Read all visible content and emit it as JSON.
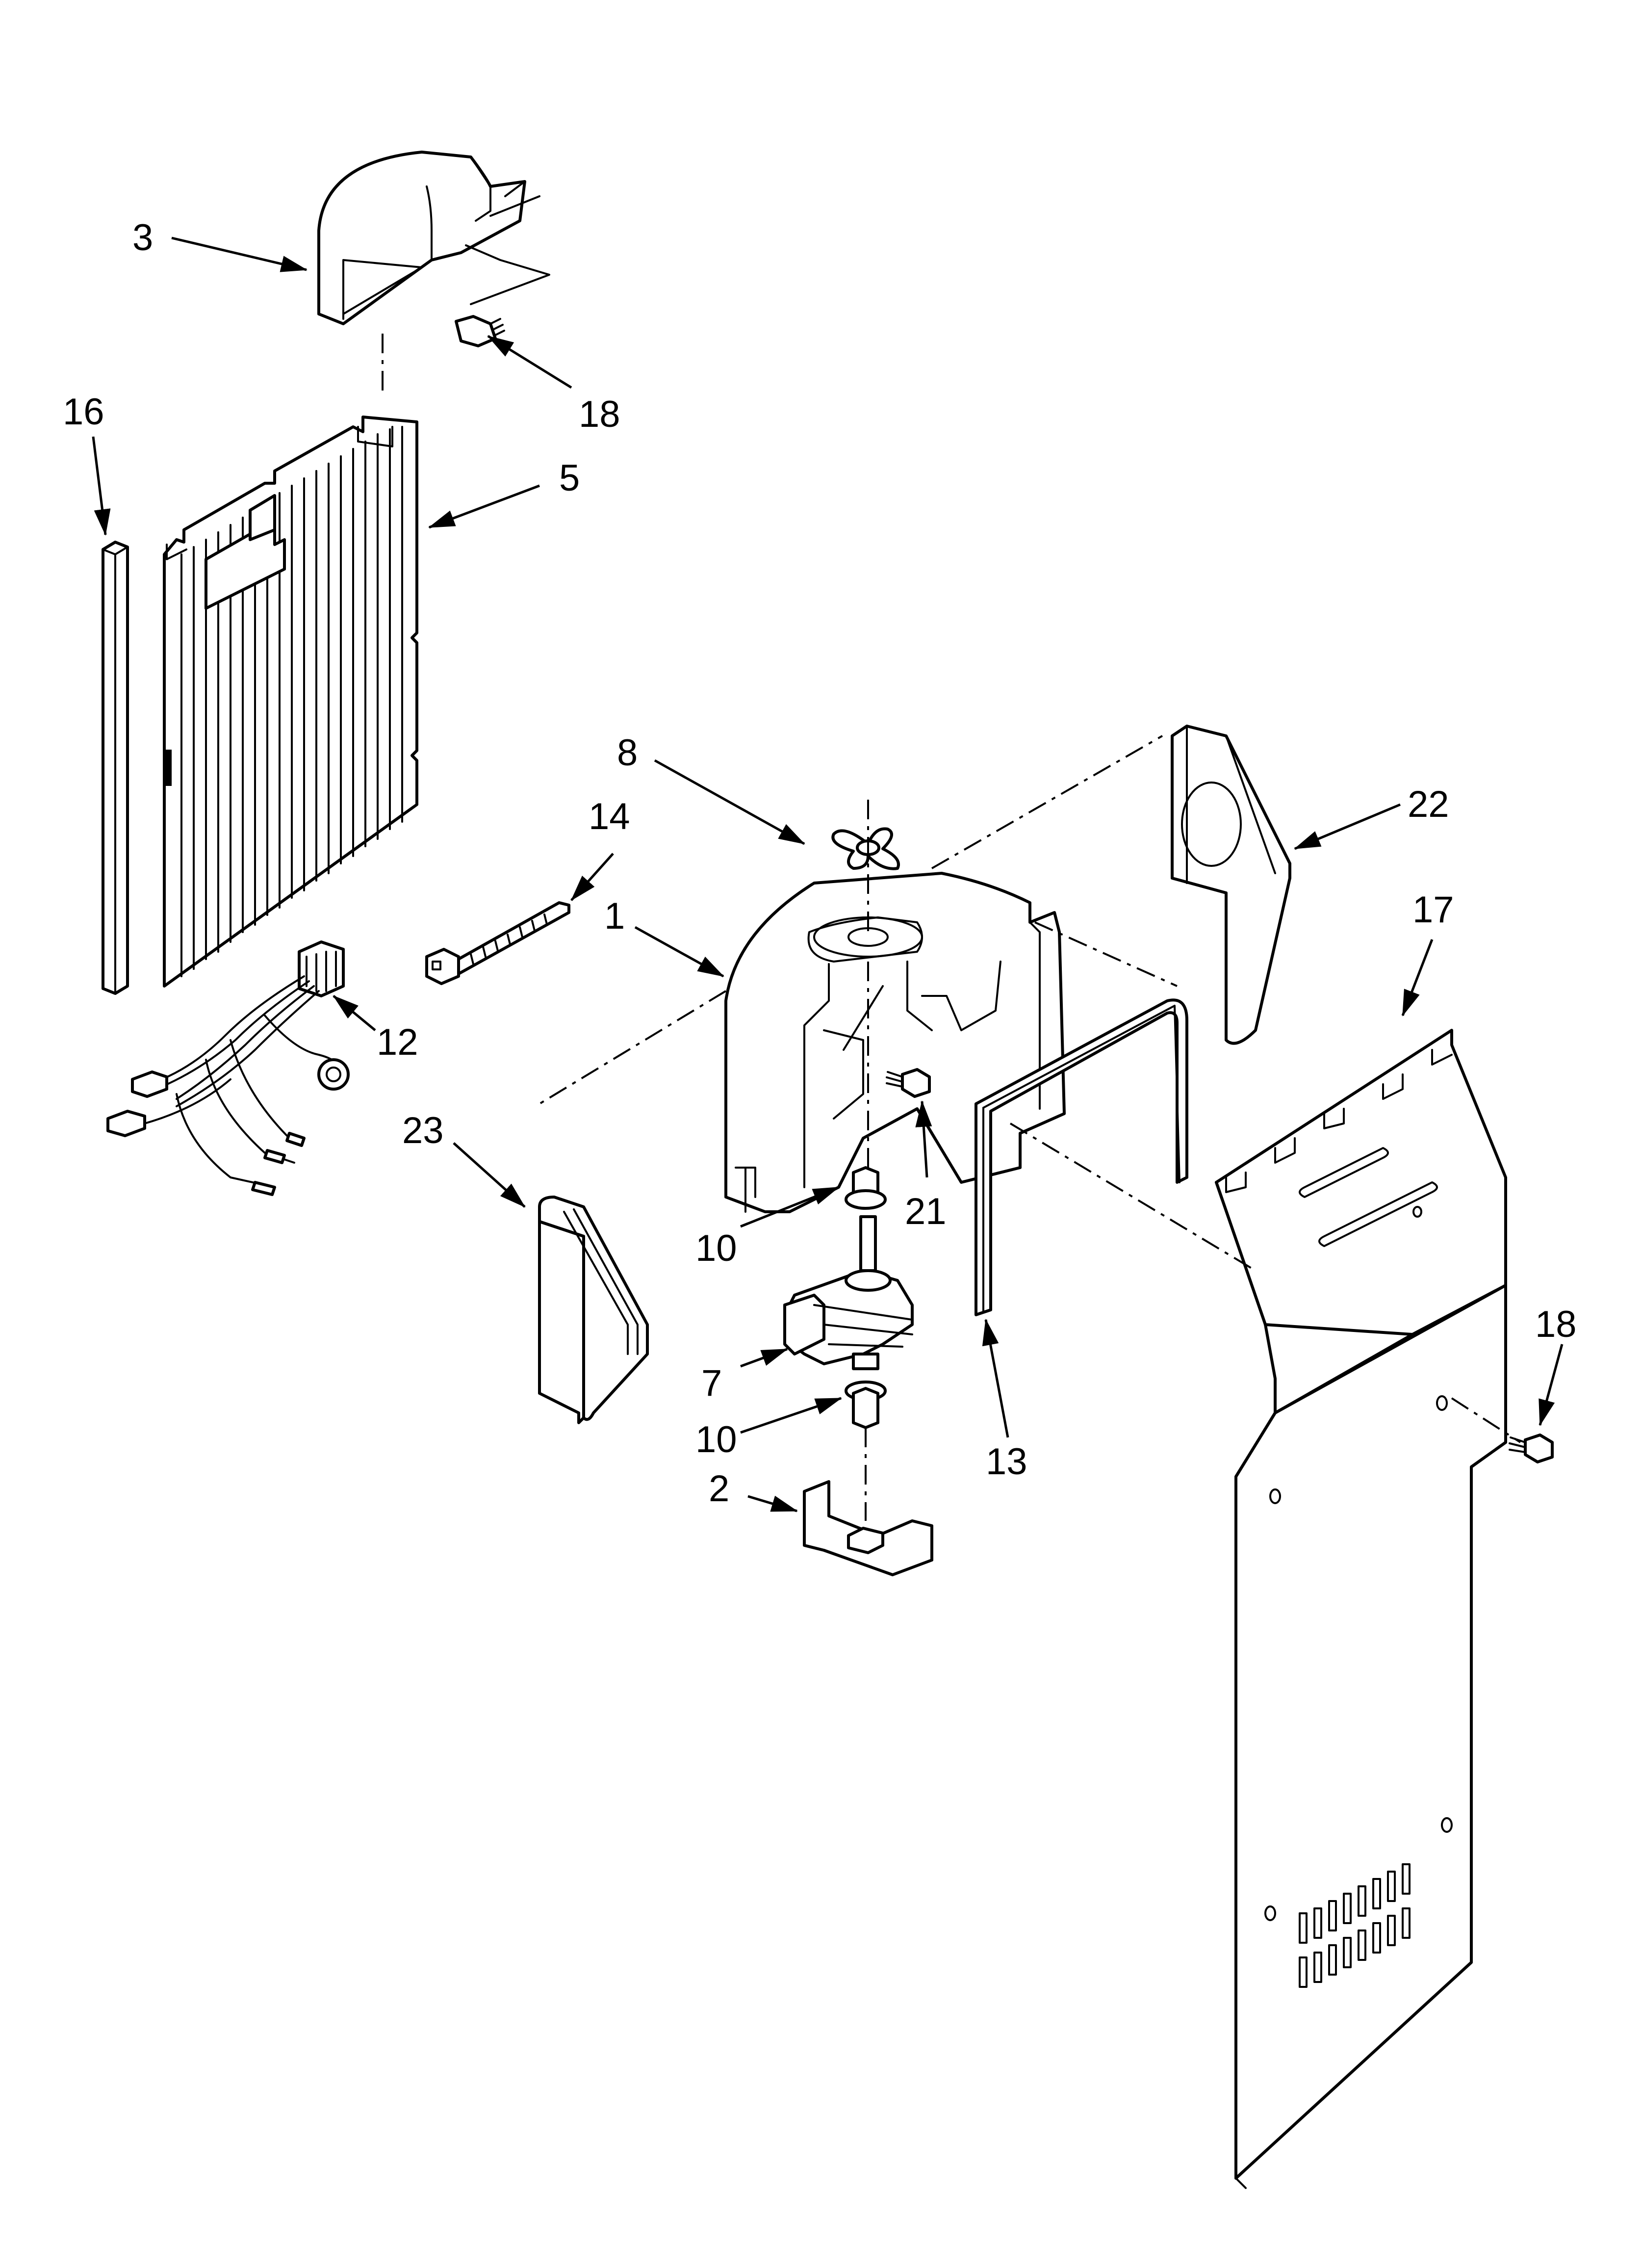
{
  "diagram": {
    "callouts": {
      "c3": "3",
      "c18a": "18",
      "c16": "16",
      "c5": "5",
      "c8": "8",
      "c14": "14",
      "c1": "1",
      "c22": "22",
      "c17": "17",
      "c12": "12",
      "c23": "23",
      "c21": "21",
      "c10a": "10",
      "c7": "7",
      "c10b": "10",
      "c2": "2",
      "c13": "13",
      "c18b": "18"
    },
    "line_color": "#000000",
    "background": "#ffffff"
  }
}
